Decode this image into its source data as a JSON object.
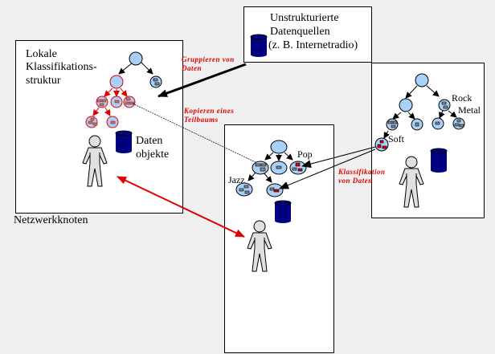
{
  "colors": {
    "background": "#efefef",
    "node_fill": "#a8d0f8",
    "node_stroke_red": "#e00000",
    "cylinder": "#000080",
    "person_fill": "#e0e0e0",
    "annotation": "#e00000"
  },
  "source_box": {
    "line1": "Unstrukturierte",
    "line2": "Datenquellen",
    "line3": "(z. B. Internetradio)"
  },
  "local_node": {
    "title_line1": "Lokale",
    "title_line2": "Klassifikations-",
    "title_line3": "struktur",
    "data_line1": "Daten",
    "data_line2": "objekte"
  },
  "network_label": "Netzwerkknoten",
  "annotations": {
    "group_line1": "Gruppieren von",
    "group_line2": "Daten",
    "copy_line1": "Kopieren eines",
    "copy_line2": "Teilbaums",
    "classify_line1": "Klassifikation",
    "classify_line2": "von Daten"
  },
  "middle_node": {
    "pop": "Pop",
    "jazz": "Jazz"
  },
  "right_node": {
    "rock": "Rock",
    "metal": "Metal",
    "soft": "Soft"
  }
}
